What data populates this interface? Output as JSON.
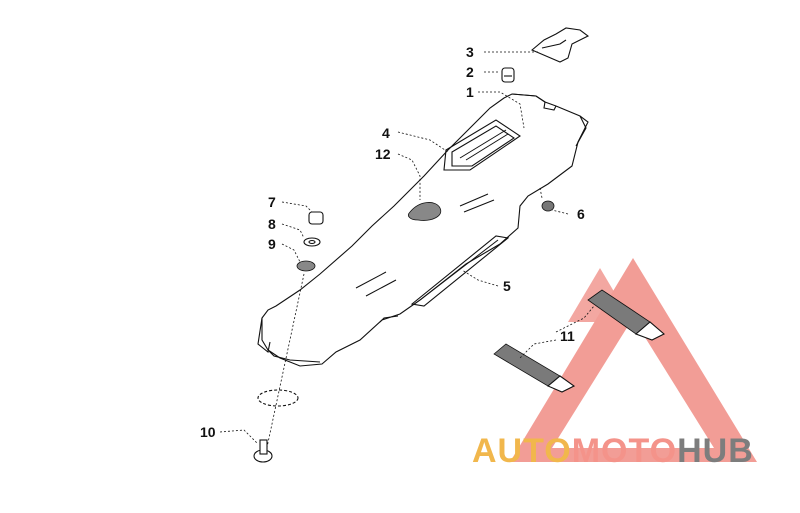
{
  "callouts": {
    "c1": "1",
    "c2": "2",
    "c3": "3",
    "c4": "4",
    "c5": "5",
    "c6": "6",
    "c7": "7",
    "c8": "8",
    "c9": "9",
    "c10": "10",
    "c11": "11",
    "c12": "12"
  },
  "watermark": {
    "part1": "AUTO",
    "part2": "MOTO",
    "part3": "HUB",
    "colors": {
      "auto": "#f1b74c",
      "moto": "#f4938a",
      "hub": "#7d7d7d",
      "triangle": "#f08c84"
    }
  }
}
